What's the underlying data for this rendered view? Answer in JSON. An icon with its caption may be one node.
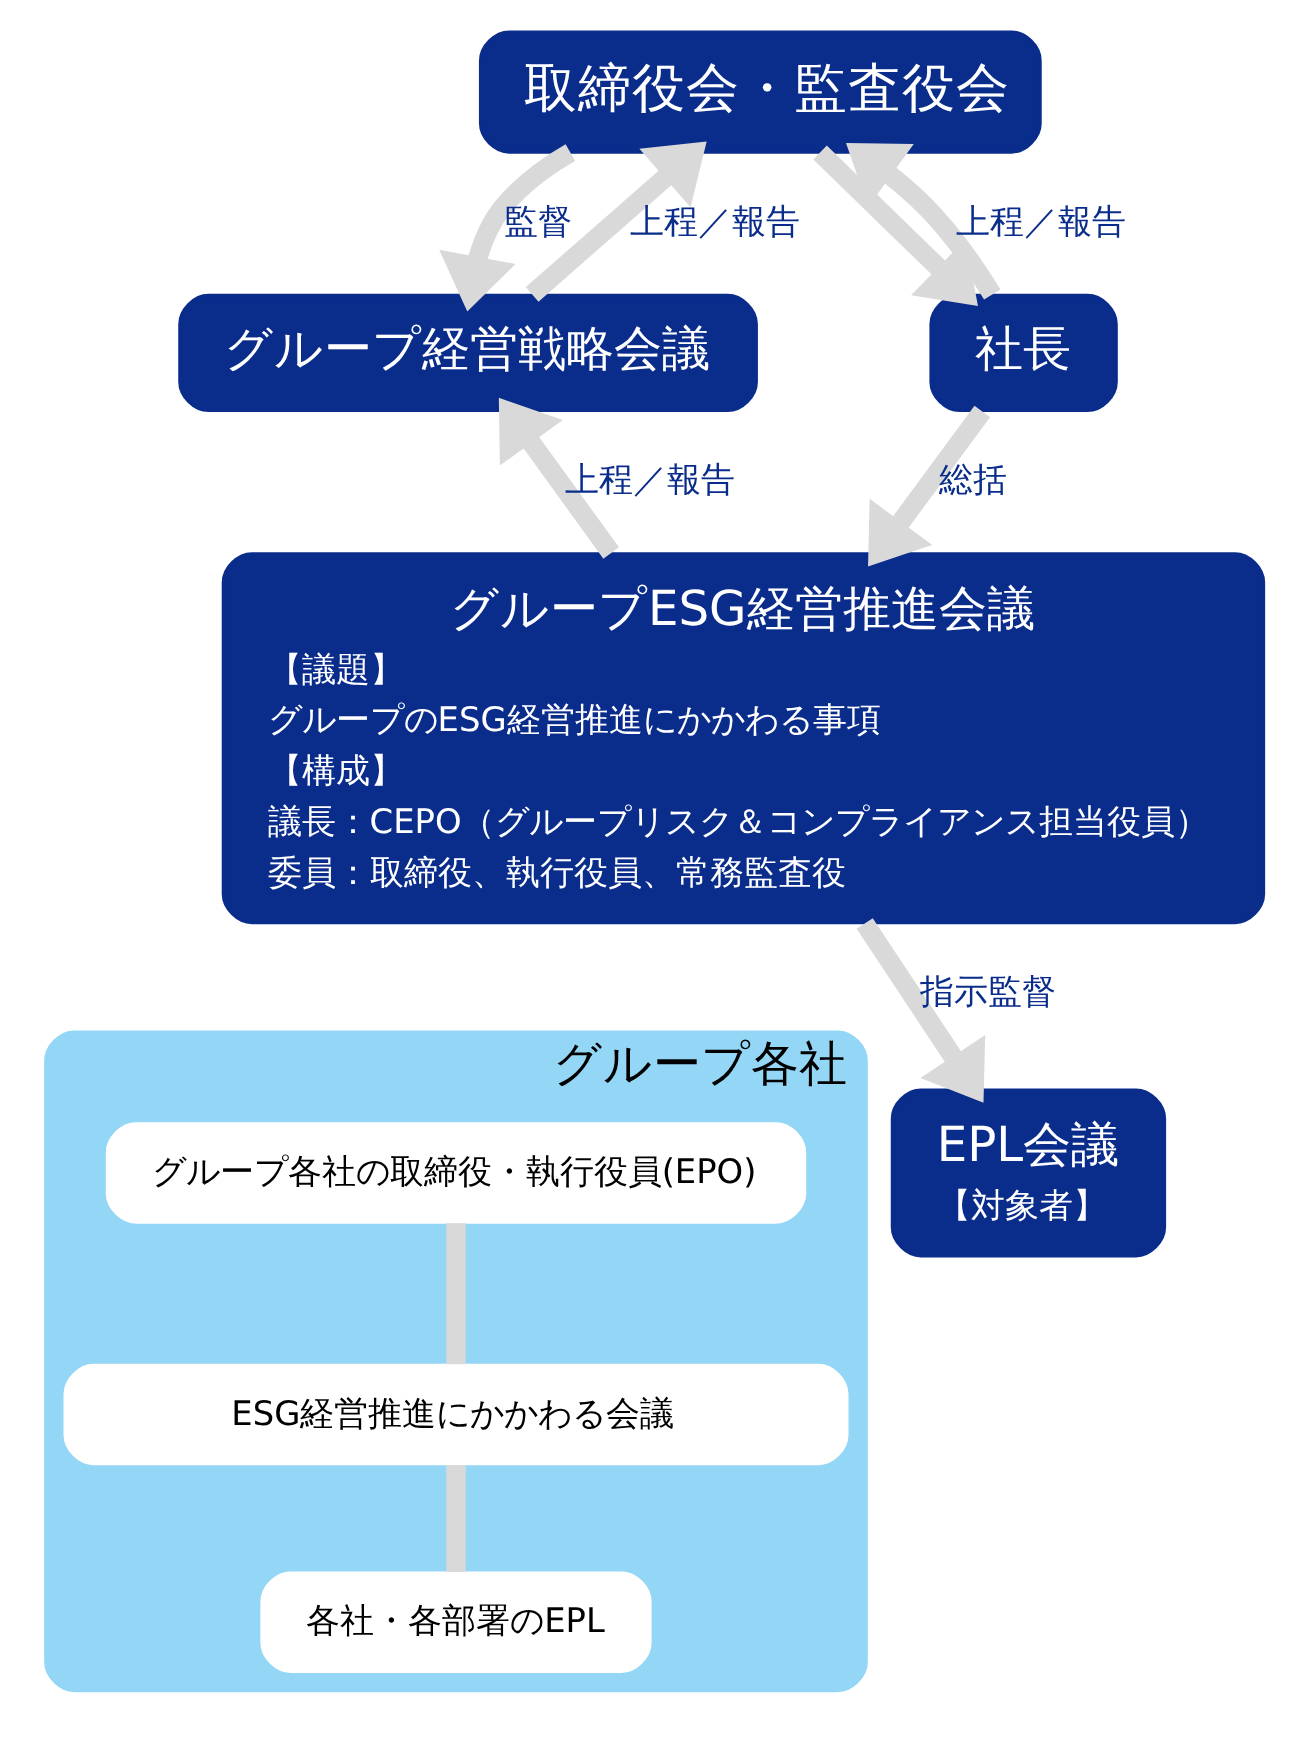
{
  "diagram": {
    "nodes": [
      {
        "text": [
          "取締役会・監査役会"
        ]
      },
      {
        "text": [
          "グループ経営戦略会議"
        ]
      },
      {
        "text": [
          "社長"
        ]
      },
      {
        "text": [
          "グループESG経営推進会議",
          "【議題】",
          "グループのESG経営推進にかかわる事項",
          "【構成】",
          "議長：CEPO（グループリスク＆コンプライアンス担当役員）",
          "委員：取締役、執行役員、常務監査役"
        ]
      },
      {
        "text": [
          "グループ各社"
        ]
      },
      {
        "text": [
          "グループ各社の取締役・執行役員(EPO)"
        ],
        "in": 4
      },
      {
        "text": [
          "ESG経営推進にかかわる会議"
        ],
        "in": 4
      },
      {
        "text": [
          "各社・各部署のEPL"
        ],
        "in": 4
      },
      {
        "text": [
          "EPL会議",
          "【対象者】"
        ]
      }
    ],
    "edges": [
      {
        "from": 1,
        "to": 0,
        "arrow": "to",
        "label": "上程／報告"
      },
      {
        "from": 0,
        "to": 1,
        "arrow": "to",
        "label": "監督"
      },
      {
        "from": 0,
        "to": 2,
        "arrow": "to"
      },
      {
        "from": 2,
        "to": 0,
        "arrow": "to",
        "label": "上程／報告"
      },
      {
        "from": 3,
        "to": 1,
        "arrow": "to",
        "label": "上程／報告"
      },
      {
        "from": 2,
        "to": 3,
        "arrow": "to",
        "label": "総括"
      },
      {
        "from": 3,
        "to": 8,
        "arrow": "to",
        "label": "指示監督"
      },
      {
        "from": 5,
        "to": 6,
        "arrow": "none"
      },
      {
        "from": 6,
        "to": 7,
        "arrow": "none"
      }
    ]
  }
}
